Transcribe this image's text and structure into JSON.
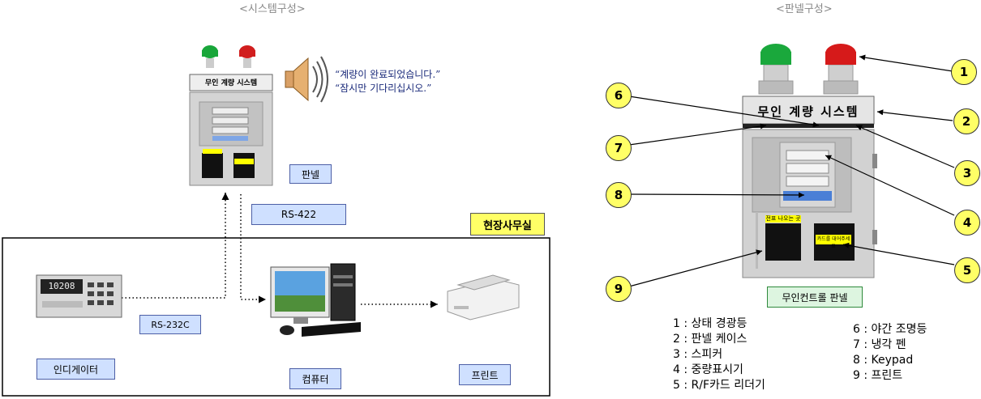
{
  "titles": {
    "system": "<시스템구성>",
    "panel": "<판넬구성>"
  },
  "speech": {
    "line1": "“계량이 완료되었습니다.”",
    "line2": "“잠시만 기다리십시오.”"
  },
  "labels": {
    "panel": "판넬",
    "rs422": "RS-422",
    "office": "현장사무실",
    "rs232c": "RS-232C",
    "indicator": "인디게이터",
    "computer": "컴퓨터",
    "printer": "프린트",
    "unmanned_panel": "무인컨트롤 판넬"
  },
  "panel_sign": "무인 계량 시스템",
  "panel_small": {
    "receipt": "전표 나오는 곳",
    "card": "카드를 대어주세요"
  },
  "device_display": "10208",
  "callouts": [
    "1",
    "2",
    "3",
    "4",
    "5",
    "6",
    "7",
    "8",
    "9"
  ],
  "legend_left": [
    "1 : 상태 경광등",
    "2 : 판넬 케이스",
    "3 : 스피커",
    "4 : 중량표시기",
    "5 : R/F카드 리더기"
  ],
  "legend_right": [
    "6 : 야간 조명등",
    "7 : 냉각 펜",
    "8 : Keypad",
    "9 : 프린트"
  ],
  "colors": {
    "box_fill": "#cfe0ff",
    "highlight": "#ffff66",
    "panel_label_fill": "#ddf5e0"
  }
}
